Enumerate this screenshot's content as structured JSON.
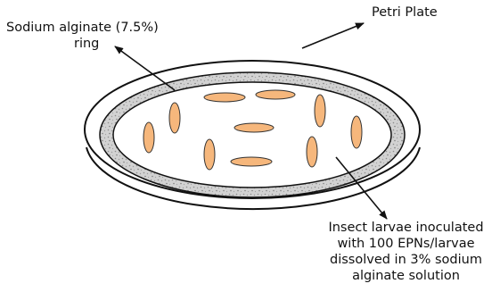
{
  "diagram": {
    "labels": {
      "ring": [
        "Sodium alginate (7.5%)",
        "ring"
      ],
      "plate": "Petri Plate",
      "larvae": [
        "Insect larvae inoculated",
        "with 100 EPNs/larvae",
        "dissolved in 3% sodium",
        "alginate solution"
      ]
    },
    "colors": {
      "outline": "#111111",
      "ring_fill": "#c9c9c9",
      "ring_texture": "#8d8d8d",
      "larva_fill": "#f6b77c",
      "larva_outline": "#333333"
    },
    "larvae_count": 10
  }
}
